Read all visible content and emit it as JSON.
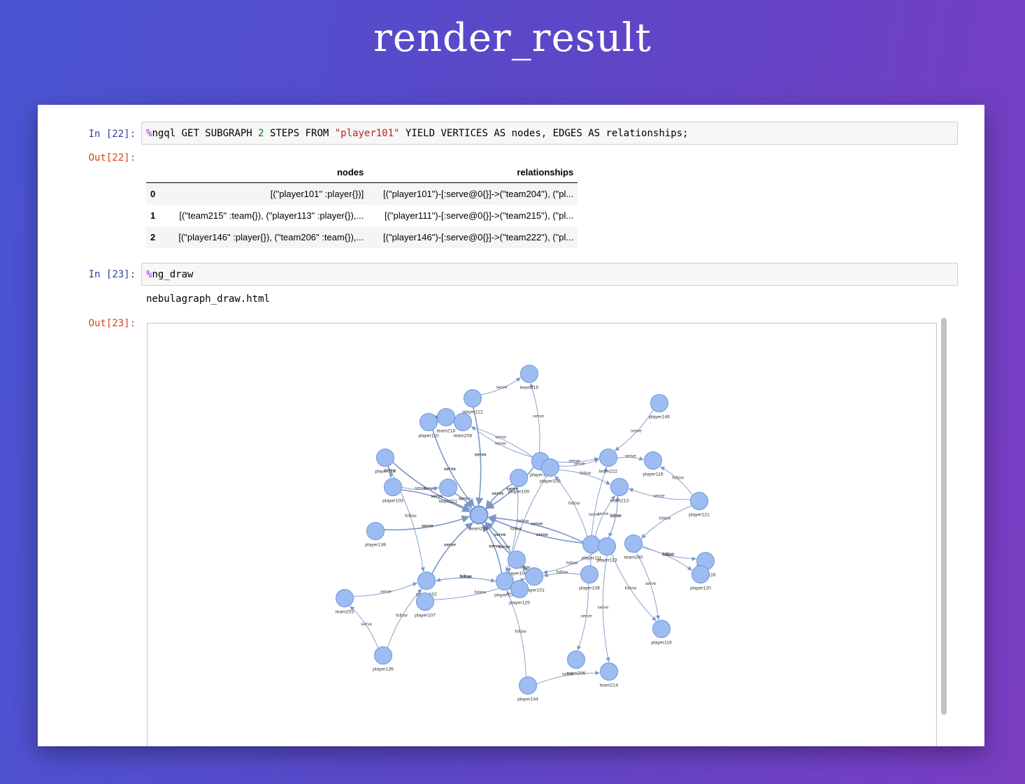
{
  "title": "render_result",
  "cell22": {
    "in_prompt": "In [22]:",
    "code": {
      "magic": "%",
      "cmd": "ngql GET SUBGRAPH ",
      "num": "2",
      "mid": " STEPS FROM ",
      "str": "\"player101\"",
      "rest": " YIELD VERTICES AS nodes, EDGES AS relationships;"
    },
    "out_prompt": "Out[22]:",
    "table": {
      "columns": [
        "nodes",
        "relationships"
      ],
      "rows": [
        {
          "index": "0",
          "nodes": "[(\"player101\" :player{})]",
          "relationships": "[(\"player101\")-[:serve@0{}]->(\"team204\"), (\"pl..."
        },
        {
          "index": "1",
          "nodes": "[(\"team215\" :team{}), (\"player113\" :player{}),...",
          "relationships": "[(\"player111\")-[:serve@0{}]->(\"team215\"), (\"pl..."
        },
        {
          "index": "2",
          "nodes": "[(\"player146\" :player{}), (\"team206\" :team{}),...",
          "relationships": "[(\"player146\")-[:serve@0{}]->(\"team222\"), (\"pl..."
        }
      ]
    }
  },
  "cell23": {
    "in_prompt": "In [23]:",
    "code": {
      "magic": "%",
      "cmd": "ng_draw"
    },
    "stdout": "nebulagraph_draw.html",
    "out_prompt": "Out[23]:"
  },
  "graph": {
    "node_color": "#9dbcf2",
    "node_stroke": "#6f95d8",
    "edge_color": "#7b97c8",
    "nodes": [
      {
        "id": "team215",
        "label": "team215"
      },
      {
        "id": "player112",
        "label": "player112"
      },
      {
        "id": "player146",
        "label": "player146"
      },
      {
        "id": "team218",
        "label": "team218"
      },
      {
        "id": "player110",
        "label": "player110"
      },
      {
        "id": "team208",
        "label": "team208"
      },
      {
        "id": "player114",
        "label": "player114"
      },
      {
        "id": "player104",
        "label": "player104"
      },
      {
        "id": "player105",
        "label": "player105"
      },
      {
        "id": "team222",
        "label": "team222"
      },
      {
        "id": "player116",
        "label": "player116"
      },
      {
        "id": "player103",
        "label": "player103"
      },
      {
        "id": "team221",
        "label": "team221"
      },
      {
        "id": "player109",
        "label": "player109"
      },
      {
        "id": "team213",
        "label": "team213"
      },
      {
        "id": "player121",
        "label": "player121"
      },
      {
        "id": "player138",
        "label": "player138"
      },
      {
        "id": "team204",
        "label": "team204"
      },
      {
        "id": "player111",
        "label": "player111"
      },
      {
        "id": "player113",
        "label": "player113"
      },
      {
        "id": "team200",
        "label": "team200"
      },
      {
        "id": "player118",
        "label": "player118"
      },
      {
        "id": "player120",
        "label": "player120"
      },
      {
        "id": "player106",
        "label": "player106"
      },
      {
        "id": "player108",
        "label": "player108"
      },
      {
        "id": "player102",
        "label": "player102"
      },
      {
        "id": "player100",
        "label": "player100"
      },
      {
        "id": "player101",
        "label": "player101"
      },
      {
        "id": "player125",
        "label": "player125"
      },
      {
        "id": "team203",
        "label": "team203"
      },
      {
        "id": "player107",
        "label": "player107"
      },
      {
        "id": "player119",
        "label": "player119"
      },
      {
        "id": "team206",
        "label": "team206"
      },
      {
        "id": "team214",
        "label": "team214"
      },
      {
        "id": "player135",
        "label": "player135"
      },
      {
        "id": "player144",
        "label": "player144"
      }
    ],
    "edges": [
      {
        "from": "player112",
        "to": "team215",
        "label": "serve"
      },
      {
        "from": "player110",
        "to": "team218",
        "label": "serve"
      },
      {
        "from": "player110",
        "to": "team208",
        "label": "serve"
      },
      {
        "from": "player146",
        "to": "team222",
        "label": "serve"
      },
      {
        "from": "player104",
        "to": "team215",
        "label": "serve"
      },
      {
        "from": "player104",
        "to": "team208",
        "label": "serve"
      },
      {
        "from": "player105",
        "to": "team218",
        "label": "serve"
      },
      {
        "from": "player104",
        "to": "player105",
        "label": "follow"
      },
      {
        "from": "player104",
        "to": "team222",
        "label": "serve"
      },
      {
        "from": "team222",
        "to": "player116",
        "label": "serve"
      },
      {
        "from": "player121",
        "to": "player116",
        "label": "follow"
      },
      {
        "from": "player121",
        "to": "team213",
        "label": "serve"
      },
      {
        "from": "player114",
        "to": "team204",
        "label": "serve"
      },
      {
        "from": "player114",
        "to": "player103",
        "label": "follow"
      },
      {
        "from": "player103",
        "to": "team221",
        "label": "serve"
      },
      {
        "from": "player103",
        "to": "team204",
        "label": "serve"
      },
      {
        "from": "player138",
        "to": "team204",
        "label": "serve"
      },
      {
        "from": "team221",
        "to": "team204",
        "label": "serve"
      },
      {
        "from": "player110",
        "to": "team204",
        "label": "serve"
      },
      {
        "from": "player112",
        "to": "team204",
        "label": "serve"
      },
      {
        "from": "player109",
        "to": "team204",
        "label": "serve"
      },
      {
        "from": "player104",
        "to": "team204",
        "label": "serve"
      },
      {
        "from": "player111",
        "to": "team204",
        "label": "serve"
      },
      {
        "from": "player113",
        "to": "team204",
        "label": "serve"
      },
      {
        "from": "player106",
        "to": "team204",
        "label": "serve"
      },
      {
        "from": "player102",
        "to": "team204",
        "label": "serve"
      },
      {
        "from": "player100",
        "to": "team204",
        "label": "serve"
      },
      {
        "from": "player101",
        "to": "team204",
        "label": "serve"
      },
      {
        "from": "player105",
        "to": "player100",
        "label": "follow"
      },
      {
        "from": "player111",
        "to": "team213",
        "label": "serve"
      },
      {
        "from": "player113",
        "to": "team213",
        "label": "serve"
      },
      {
        "from": "player113",
        "to": "player101",
        "label": "follow"
      },
      {
        "from": "team200",
        "to": "player118",
        "label": "follow"
      },
      {
        "from": "team200",
        "to": "player120",
        "label": "follow"
      },
      {
        "from": "player121",
        "to": "team200",
        "label": "follow"
      },
      {
        "from": "player120",
        "to": "player118",
        "label": "follow"
      },
      {
        "from": "player108",
        "to": "player101",
        "label": "follow"
      },
      {
        "from": "player108",
        "to": "team222",
        "label": "serve"
      },
      {
        "from": "player100",
        "to": "player102",
        "label": "follow"
      },
      {
        "from": "player102",
        "to": "player100",
        "label": "follow"
      },
      {
        "from": "player107",
        "to": "player101",
        "label": "follow"
      },
      {
        "from": "player125",
        "to": "player100",
        "label": "follow"
      },
      {
        "from": "team203",
        "to": "player102",
        "label": "serve"
      },
      {
        "from": "player135",
        "to": "player102",
        "label": "follow"
      },
      {
        "from": "player135",
        "to": "team203",
        "label": "serve"
      },
      {
        "from": "player114",
        "to": "player102",
        "label": "follow"
      },
      {
        "from": "player144",
        "to": "player100",
        "label": "follow"
      },
      {
        "from": "player144",
        "to": "team214",
        "label": "serve"
      },
      {
        "from": "player113",
        "to": "team214",
        "label": "serve"
      },
      {
        "from": "player108",
        "to": "team206",
        "label": "serve"
      },
      {
        "from": "player113",
        "to": "player119",
        "label": "follow"
      },
      {
        "from": "team200",
        "to": "player119",
        "label": "serve"
      },
      {
        "from": "player106",
        "to": "player101",
        "label": "follow"
      },
      {
        "from": "player109",
        "to": "player100",
        "label": "follow"
      },
      {
        "from": "player105",
        "to": "team222",
        "label": "serve"
      },
      {
        "from": "player105",
        "to": "team213",
        "label": "follow"
      },
      {
        "from": "player111",
        "to": "player105",
        "label": "follow"
      },
      {
        "from": "team213",
        "to": "player113",
        "label": "follow"
      }
    ]
  }
}
